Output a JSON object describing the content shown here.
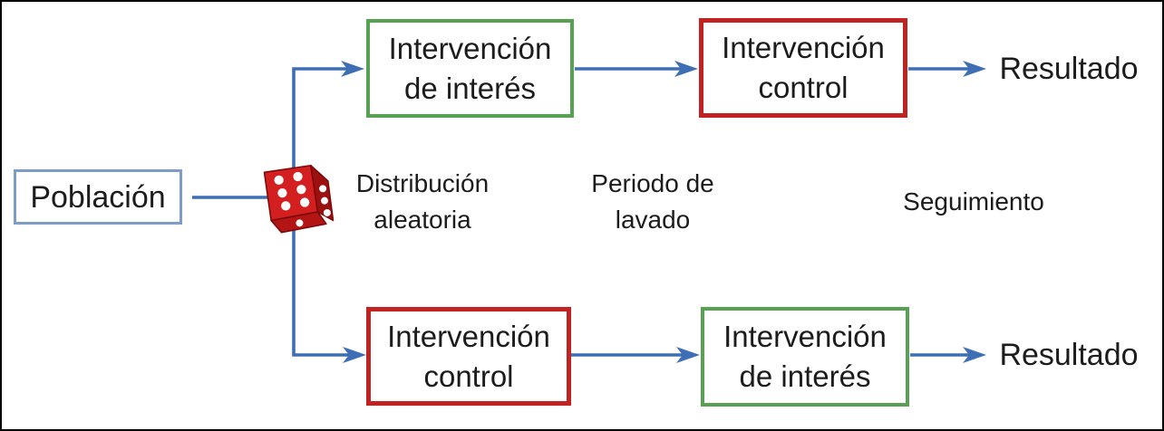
{
  "diagram": {
    "title_semantic": "crossover-trial-flowchart",
    "population": {
      "label": "Población"
    },
    "branches": {
      "top": {
        "first_box": {
          "line1": "Intervención",
          "line2": "de interés"
        },
        "second_box": {
          "line1": "Intervención",
          "line2": "control"
        },
        "outcome": "Resultado"
      },
      "bottom": {
        "first_box": {
          "line1": "Intervención",
          "line2": "control"
        },
        "second_box": {
          "line1": "Intervención",
          "line2": "de interés"
        },
        "outcome": "Resultado"
      }
    },
    "annotations": {
      "randomization": {
        "line1": "Distribución",
        "line2": "aleatoria"
      },
      "washout": {
        "line1": "Periodo de",
        "line2": "lavado"
      },
      "followup": {
        "line1": "Seguimiento"
      }
    },
    "icons": {
      "randomizer": "dice-icon"
    },
    "colors": {
      "arrow": "#3e6fb5",
      "population_border": "#7d9cc9",
      "interest_border": "#56a152",
      "control_border": "#c12222",
      "dice_red": "#d31f1f",
      "text": "#1c1c1c",
      "frame": "#000000"
    }
  }
}
